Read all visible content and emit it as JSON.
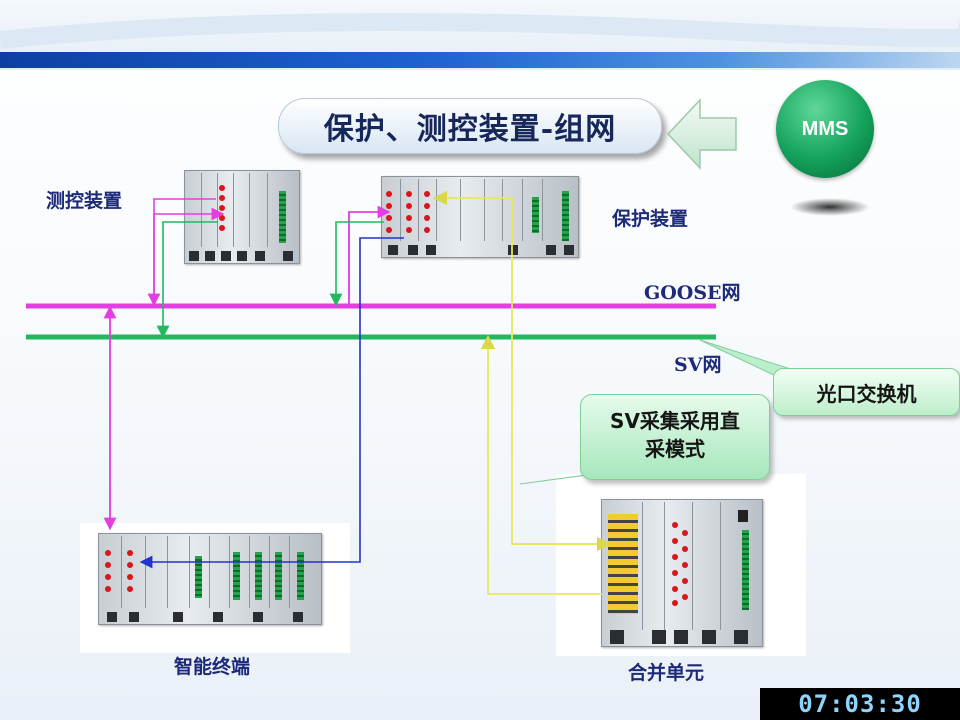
{
  "title": "保护、测控装置-组网",
  "badge": {
    "label": "MMS",
    "color": "#14a25c"
  },
  "labels": {
    "measure_device": "测控装置",
    "protect_device": "保护装置",
    "goose_net": "GOOSE网",
    "sv_net": "SV网",
    "smart_terminal": "智能终端",
    "merging_unit": "合并单元"
  },
  "callouts": {
    "sv_sampling_line1": "SV采集采用直",
    "sv_sampling_line2": "采模式",
    "optical_switch": "光口交换机"
  },
  "clock": "07:03:30",
  "colors": {
    "goose": "#e33ee0",
    "sv": "#23b85e",
    "blue": "#2233cc",
    "yellow": "#e8e85a"
  }
}
